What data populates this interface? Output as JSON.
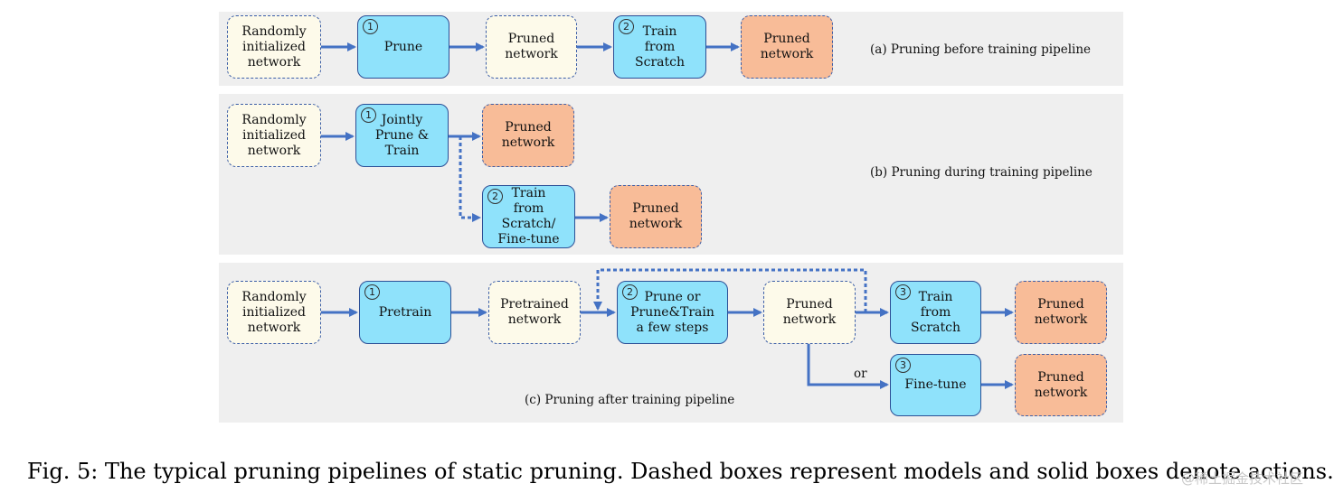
{
  "panel_a": {
    "label": "(a) Pruning before training pipeline",
    "boxes": {
      "init": [
        "Randomly",
        "initialized",
        "network"
      ],
      "prune": {
        "step": "1",
        "lines": [
          "Prune"
        ]
      },
      "pruned": [
        "Pruned",
        "network"
      ],
      "train": {
        "step": "2",
        "lines": [
          "Train",
          "from",
          "Scratch"
        ]
      },
      "result": [
        "Pruned",
        "network"
      ]
    }
  },
  "panel_b": {
    "label": "(b) Pruning during training pipeline",
    "boxes": {
      "init": [
        "Randomly",
        "initialized",
        "network"
      ],
      "joint": {
        "step": "1",
        "lines": [
          "Jointly",
          "Prune &",
          "Train"
        ]
      },
      "result1": [
        "Pruned",
        "network"
      ],
      "train": {
        "step": "2",
        "lines": [
          "Train",
          "from",
          "Scratch/",
          "Fine-tune"
        ]
      },
      "result2": [
        "Pruned",
        "network"
      ]
    }
  },
  "panel_c": {
    "label": "(c) Pruning after training pipeline",
    "or_label": "or",
    "boxes": {
      "init": [
        "Randomly",
        "initialized",
        "network"
      ],
      "pretrain": {
        "step": "1",
        "lines": [
          "Pretrain"
        ]
      },
      "pretrained": [
        "Pretrained",
        "network"
      ],
      "prune": {
        "step": "2",
        "lines": [
          "Prune or",
          "Prune&Train",
          "a few steps"
        ]
      },
      "pruned": [
        "Pruned",
        "network"
      ],
      "train": {
        "step": "3",
        "lines": [
          "Train",
          "from",
          "Scratch"
        ]
      },
      "result1": [
        "Pruned",
        "network"
      ],
      "finetune": {
        "step": "3",
        "lines": [
          "Fine-tune"
        ]
      },
      "result2": [
        "Pruned",
        "network"
      ]
    }
  },
  "step_glyphs": {
    "1": "1",
    "2": "2",
    "3": "3"
  },
  "caption": "Fig. 5: The typical pruning pipelines of static pruning. Dashed boxes represent models and solid boxes denote actions.",
  "watermark": "@稀土掘金技术社区",
  "colors": {
    "model_fill": "#fdfaea",
    "action_fill": "#8fe2fb",
    "output_fill": "#f8bc98",
    "arrow": "#4472c4",
    "panel": "#efefef"
  }
}
